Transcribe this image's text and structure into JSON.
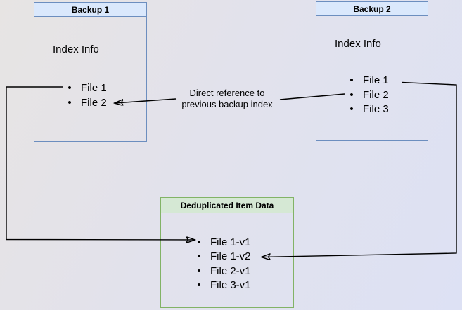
{
  "diagram": {
    "bullet": "•",
    "backup1": {
      "title": "Backup 1",
      "subtitle": "Index Info",
      "items": [
        "File 1",
        "File 2"
      ]
    },
    "backup2": {
      "title": "Backup 2",
      "subtitle": "Index Info",
      "items": [
        "File 1",
        "File 2",
        "File 3"
      ]
    },
    "dedup": {
      "title": "Deduplicated Item Data",
      "items": [
        "File 1-v1",
        "File 1-v2",
        "File 2-v1",
        "File 3-v1"
      ]
    },
    "edge_label": {
      "line1": "Direct reference to",
      "line2": "previous backup index"
    },
    "colors": {
      "blue_border": "#6c8ebf",
      "blue_header_fill": "#dae8fc",
      "green_border": "#82b366",
      "green_header_fill": "#d5e8d4",
      "connector": "#000000",
      "background_left": "#e7e4e3",
      "background_right": "#dde1f4"
    }
  }
}
